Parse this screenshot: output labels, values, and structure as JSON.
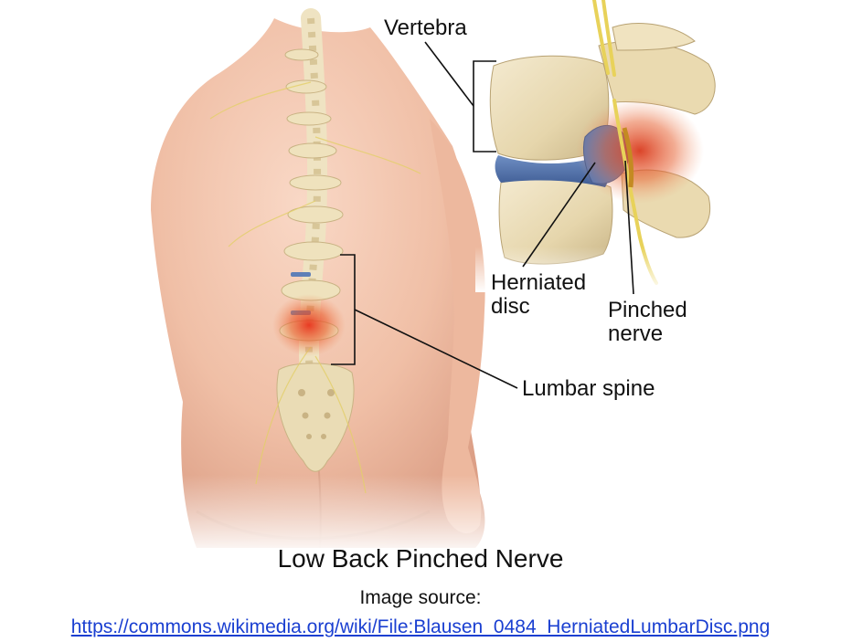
{
  "labels": {
    "vertebra": "Vertebra",
    "herniated_line1": "Herniated",
    "herniated_line2": "disc",
    "pinched_line1": "Pinched",
    "pinched_line2": "nerve",
    "lumbar": "Lumbar spine"
  },
  "title": "Low Back Pinched Nerve",
  "source": {
    "caption": "Image source:",
    "link": "https://commons.wikimedia.org/wiki/File:Blausen_0484_HerniatedLumbarDisc.png"
  },
  "colors": {
    "skin": "#f2c2a9",
    "bone": "#eadcb8",
    "disc": "#4f6fa8",
    "inflammation": "#e04b2a",
    "nerve": "#e8d25a",
    "link": "#1a3fd1"
  }
}
